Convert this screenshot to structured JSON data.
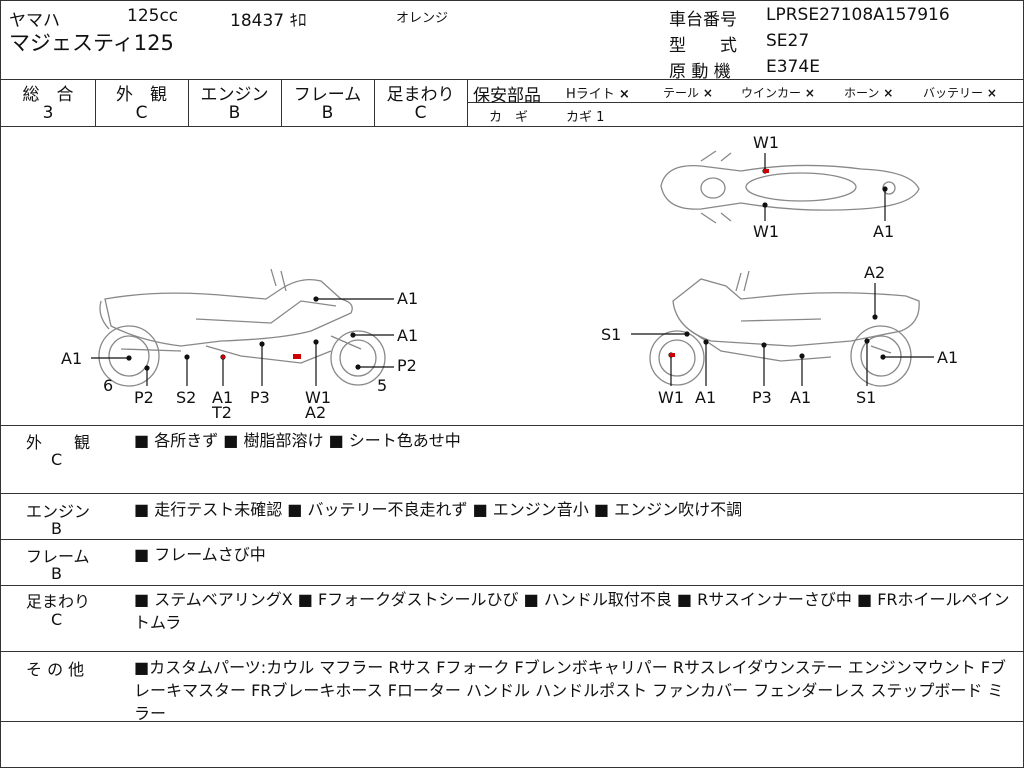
{
  "header": {
    "maker": "ヤマハ",
    "cc": "125cc",
    "mileage": "18437 ｷﾛ",
    "color": "オレンジ",
    "model": "マジェスティ125",
    "chassis_label": "車台番号",
    "chassis_value": "LPRSE27108A157916",
    "type_label": "型　　式",
    "type_value": "SE27",
    "engine_label": "原 動 機",
    "engine_value": "E374E"
  },
  "grades": [
    {
      "label": "総　合",
      "value": "3"
    },
    {
      "label": "外　観",
      "value": "C"
    },
    {
      "label": "エンジン",
      "value": "B"
    },
    {
      "label": "フレーム",
      "value": "B"
    },
    {
      "label": "足まわり",
      "value": "C"
    }
  ],
  "safety": {
    "label": "保安部品",
    "items": [
      {
        "name": "Hライト",
        "mark": "×"
      },
      {
        "name": "テール",
        "mark": "×"
      },
      {
        "name": "ウインカー",
        "mark": "×"
      },
      {
        "name": "ホーン",
        "mark": "×"
      },
      {
        "name": "バッテリー",
        "mark": "×"
      }
    ],
    "key_label": "カ　ギ",
    "key_value": "カギ 1"
  },
  "diagram_labels": {
    "top_w1_upper": "W1",
    "top_w1_lower": "W1",
    "top_a1": "A1",
    "left": {
      "a1_top": "A1",
      "a1_mid": "A1",
      "a1_left": "A1",
      "p2_right": "P2",
      "n6": "6",
      "n5": "5",
      "p2": "P2",
      "s2": "S2",
      "a1_bottom": "A1",
      "t2": "T2",
      "p3": "P3",
      "w1": "W1",
      "a2": "A2"
    },
    "right": {
      "a2": "A2",
      "s1_left": "S1",
      "a1_right": "A1",
      "w1": "W1",
      "a1_b1": "A1",
      "p3": "P3",
      "a1_b2": "A1",
      "s1": "S1"
    }
  },
  "notes": [
    {
      "label": "外　　観",
      "grade": "C",
      "text": "■ 各所きず ■ 樹脂部溶け ■ シート色あせ中"
    },
    {
      "label": "エンジン",
      "grade": "B",
      "text": "■ 走行テスト未確認 ■ バッテリー不良走れず ■ エンジン音小 ■ エンジン吹け不調"
    },
    {
      "label": "フレーム",
      "grade": "B",
      "text": "■ フレームさび中"
    },
    {
      "label": "足まわり",
      "grade": "C",
      "text": "■ ステムベアリングX ■ Fフォークダストシールひび ■ ハンドル取付不良 ■ Rサスインナーさび中 ■ FRホイールペイントムラ"
    },
    {
      "label": "そ の 他",
      "grade": "",
      "text": "■カスタムパーツ:カウル マフラー Rサス Fフォーク Fブレンボキャリパー Rサスレイダウンステー エンジンマウント Fブレーキマスター FRブレーキホース Fローター ハンドル ハンドルポスト ファンカバー フェンダーレス ステップボード ミラー"
    }
  ]
}
